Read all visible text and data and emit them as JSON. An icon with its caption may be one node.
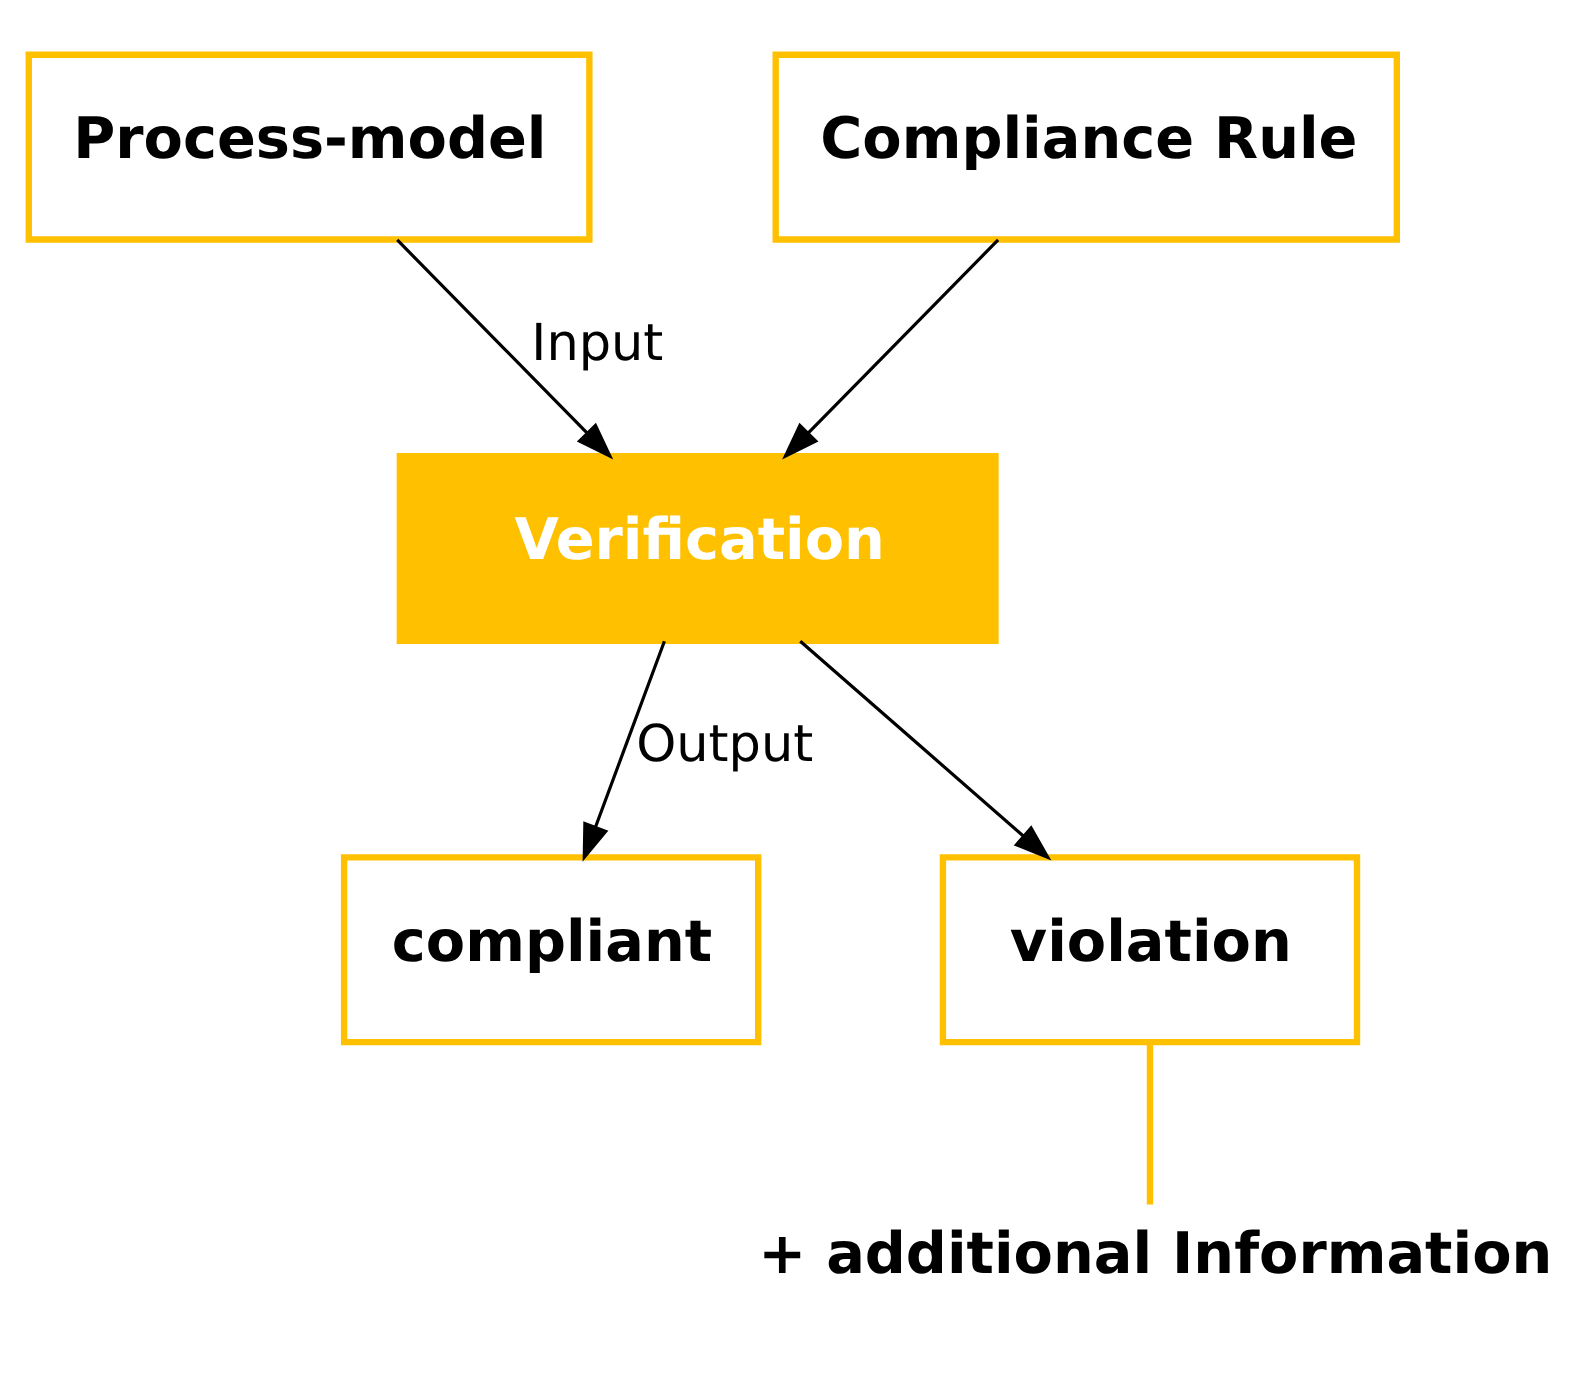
{
  "diagram": {
    "nodes": [
      {
        "text": [
          "Process-model"
        ]
      },
      {
        "text": [
          "Compliance Rule"
        ]
      },
      {
        "text": [
          "Verification"
        ]
      },
      {
        "text": [
          "compliant"
        ]
      },
      {
        "text": [
          "violation"
        ],
        "beside": [
          "+ additional Information"
        ]
      }
    ],
    "edges": [
      {
        "from": 0,
        "to": 2,
        "arrow": "to",
        "label": "Input"
      },
      {
        "from": 1,
        "to": 2,
        "arrow": "to"
      },
      {
        "from": 2,
        "to": 3,
        "arrow": "to",
        "label": "Output"
      },
      {
        "from": 2,
        "to": 4,
        "arrow": "to"
      }
    ]
  }
}
